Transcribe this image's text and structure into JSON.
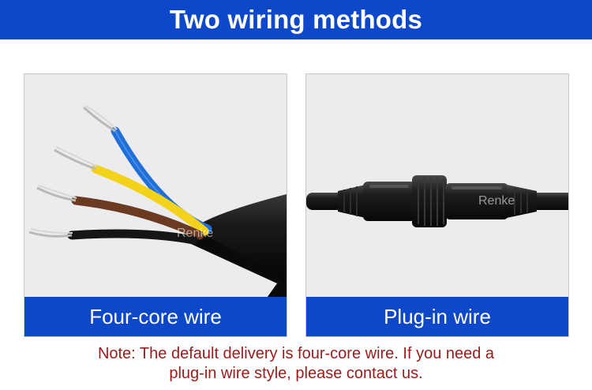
{
  "header": {
    "title": "Two wiring methods"
  },
  "panels": [
    {
      "caption": "Four-core wire",
      "watermark": "Renke",
      "image": "four-core-cable-photo"
    },
    {
      "caption": "Plug-in wire",
      "watermark": "Renke",
      "image": "waterproof-connector-photo"
    }
  ],
  "note": {
    "line1": "Note: The default delivery is four-core wire. If you need a",
    "line2": "plug-in wire style, please contact us."
  },
  "colors": {
    "brand_blue": "#0c48c8",
    "note_red": "#9b1a1a",
    "wire_blue": "#1f6fd6",
    "wire_yellow": "#f2d21a",
    "wire_brown": "#6b3a22",
    "wire_black": "#151515"
  }
}
